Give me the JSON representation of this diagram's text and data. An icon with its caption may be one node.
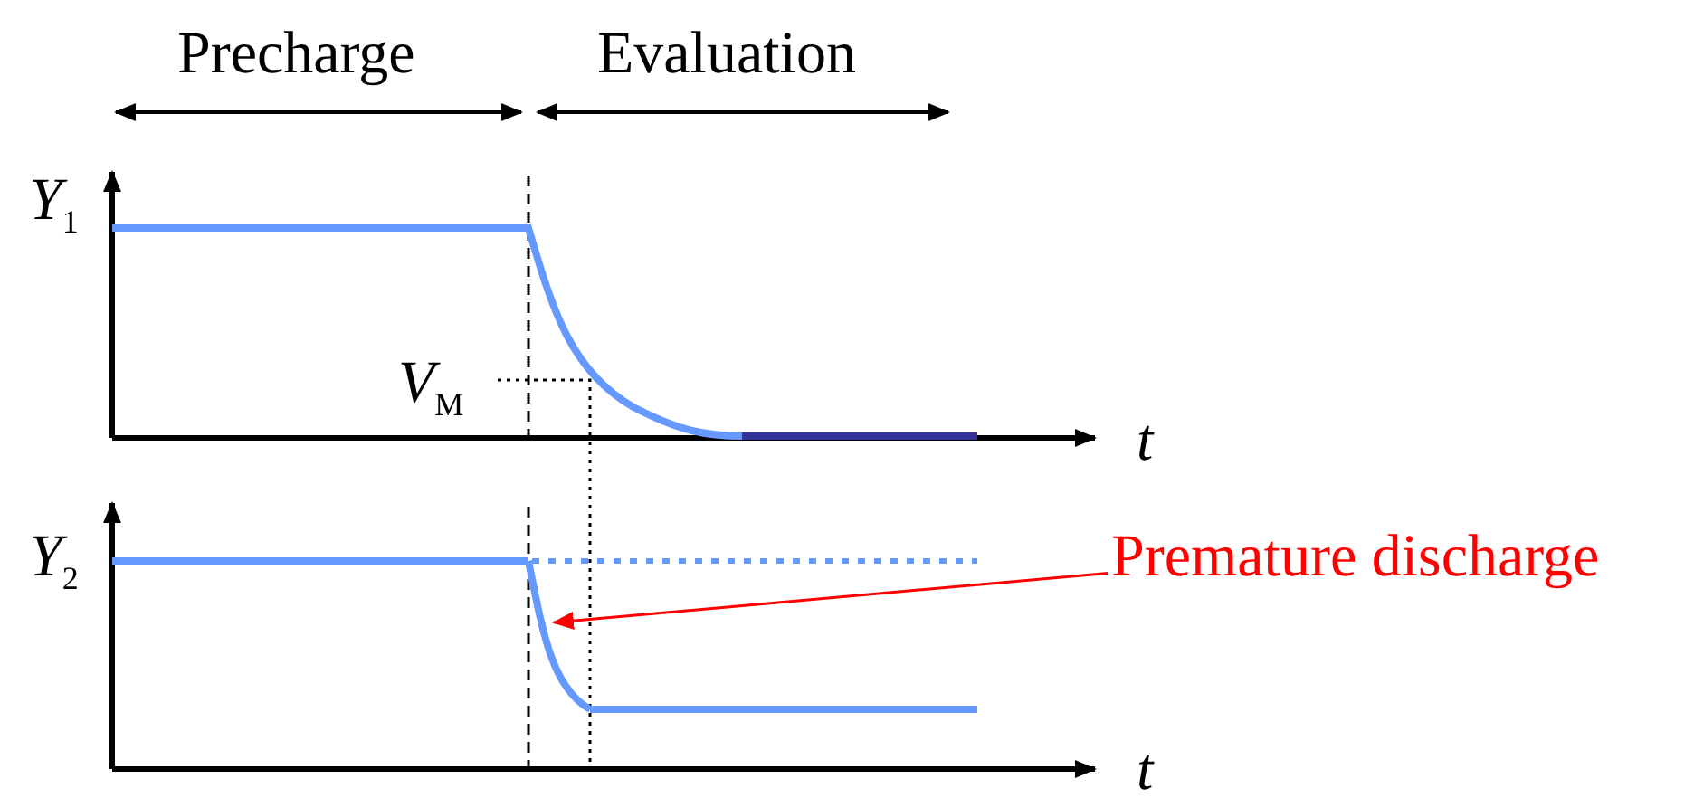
{
  "diagram": {
    "nodes": [
      {
        "text": [
          "Premature discharge"
        ]
      },
      {
        "text": [],
        "shape": "picture"
      }
    ],
    "edges": [
      {
        "from": 0,
        "to": 1,
        "arrow": "to",
        "color": "#ff0000"
      }
    ],
    "labels": [
      "Precharge",
      "Evaluation",
      "Y$_{1}$",
      "V$_{M}$",
      "t",
      "Y$_{2}$",
      "t"
    ]
  }
}
